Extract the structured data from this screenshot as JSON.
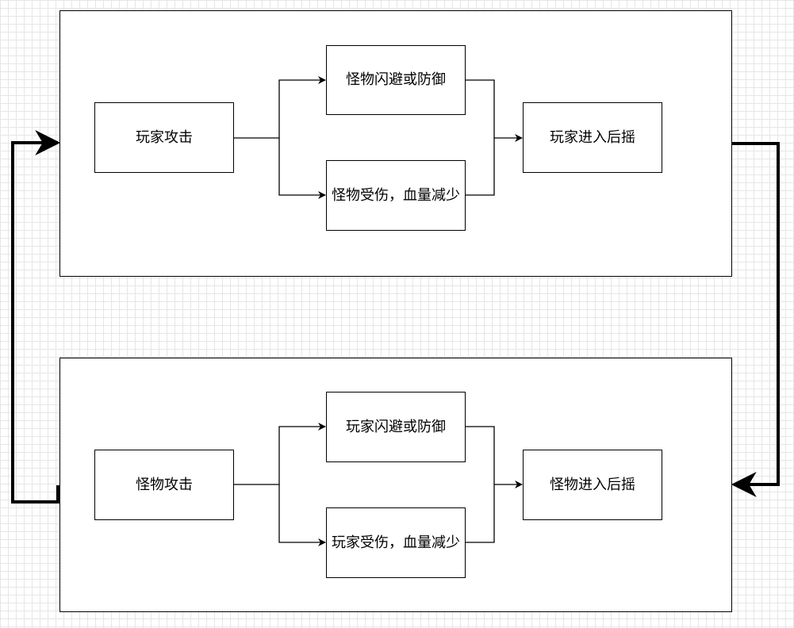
{
  "top": {
    "attack": "玩家攻击",
    "evade": "怪物闪避或防御",
    "hurt": "怪物受伤，血量减少",
    "recover": "玩家进入后摇"
  },
  "bottom": {
    "attack": "怪物攻击",
    "evade": "玩家闪避或防御",
    "hurt": "玩家受伤，血量减少",
    "recover": "怪物进入后摇"
  }
}
